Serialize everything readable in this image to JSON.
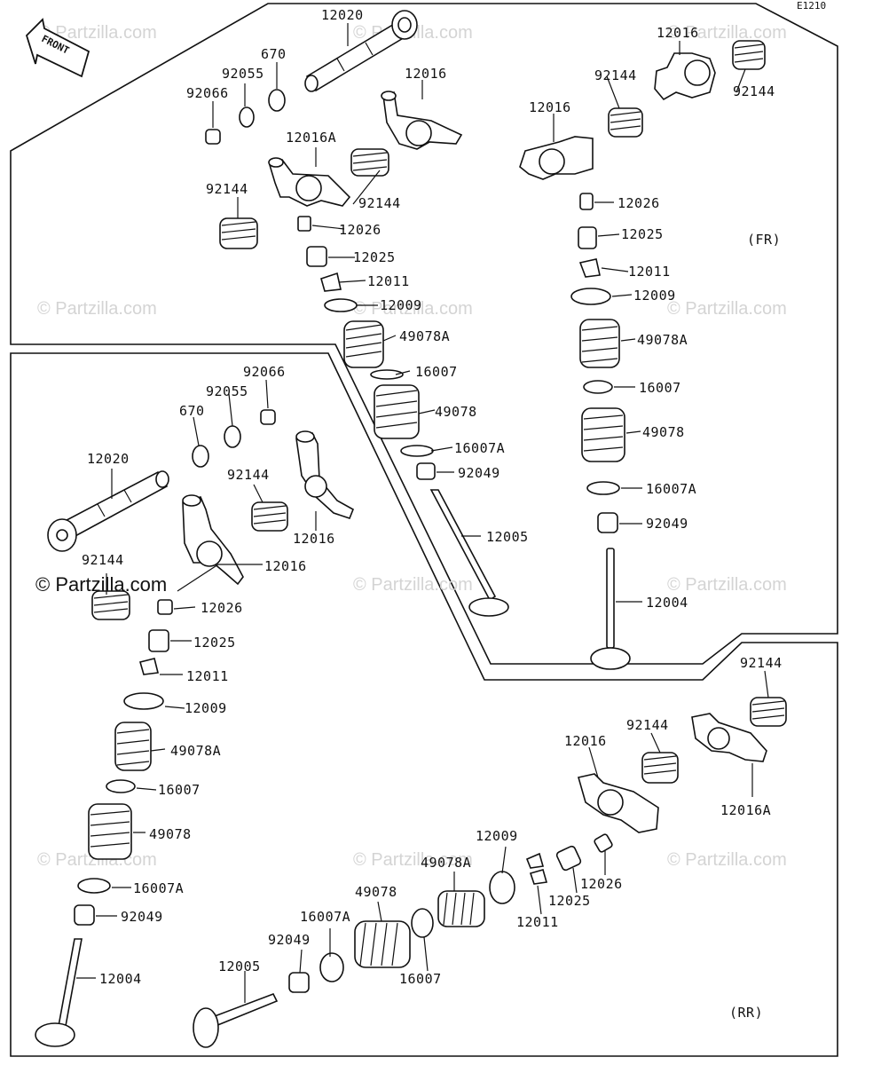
{
  "figure_code": "E1210",
  "front_tag": "FRONT",
  "section_labels": {
    "fr": "(FR)",
    "rr": "(RR)"
  },
  "watermark": "© Partzilla.com",
  "part_labels": [
    "12020",
    "670",
    "92055",
    "92066",
    "12016",
    "12016A",
    "92144",
    "92144",
    "12026",
    "12025",
    "12011",
    "12009",
    "49078A",
    "16007",
    "49078",
    "16007A",
    "92049",
    "12005",
    "12016",
    "92144",
    "12016",
    "92144",
    "12026",
    "12025",
    "12011",
    "12009",
    "49078A",
    "16007",
    "49078",
    "16007A",
    "92049",
    "12004",
    "92066",
    "92055",
    "670",
    "12020",
    "92144",
    "12016",
    "92144",
    "12016",
    "12026",
    "12025",
    "12011",
    "12009",
    "49078A",
    "16007",
    "49078",
    "16007A",
    "92049",
    "12004",
    "92144",
    "92144",
    "12016",
    "12016A",
    "12009",
    "49078A",
    "49078",
    "16007A",
    "92049",
    "12005",
    "16007",
    "12011",
    "12025",
    "12026"
  ]
}
